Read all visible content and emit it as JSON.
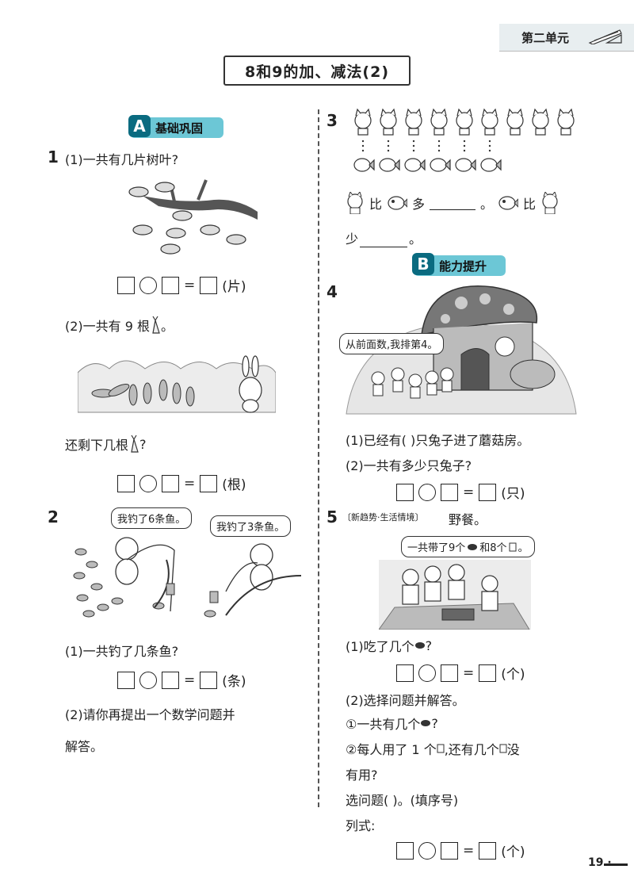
{
  "header": {
    "unit": "第二单元"
  },
  "title": "8和9的加、减法(2)",
  "sectionA": {
    "badge": "A",
    "label": "基础巩固"
  },
  "sectionB": {
    "badge": "B",
    "label": "能力提升"
  },
  "q1": {
    "num": "1",
    "part1": "(1)一共有几片树叶?",
    "part1_unit": "(片)",
    "part2": "(2)一共有 9 根",
    "part2_end": "。",
    "remain": "还剩下几根",
    "remain_end": "?",
    "part2_unit": "(根)"
  },
  "q2": {
    "num": "2",
    "bubble1": "我钓了6条鱼。",
    "bubble2": "我钓了3条鱼。",
    "part1": "(1)一共钓了几条鱼?",
    "part1_unit": "(条)",
    "part2_l1": "(2)请你再提出一个数学问题并",
    "part2_l2": "解答。"
  },
  "q3": {
    "num": "3",
    "cats": 9,
    "fish": 6,
    "line1_a": "比",
    "line1_b": "多",
    "line1_end": "。",
    "line1_c": "比",
    "line2_a": "少",
    "line2_end": "。"
  },
  "q4": {
    "num": "4",
    "bubble": "从前面数,我排第4。",
    "part1": "(1)已经有(      )只兔子进了蘑菇房。",
    "part2": "(2)一共有多少只兔子?",
    "unit": "(只)"
  },
  "q5": {
    "num": "5",
    "tag": "〔新趋势·生活情境〕",
    "title": "野餐。",
    "bubble_a": "一共带了9个",
    "bubble_b": "和8个",
    "bubble_c": "。",
    "part1": "(1)吃了几个",
    "part1_end": "?",
    "part1_unit": "(个)",
    "part2": "(2)选择问题并解答。",
    "opt1": "①一共有几个",
    "opt1_end": "?",
    "opt2_a": "②每人用了 1 个",
    "opt2_b": ",还有几个",
    "opt2_c": "没",
    "opt2_l2": "有用?",
    "choose": "选问题(       )。(填序号)",
    "formula": "列式:",
    "final_unit": "(个)"
  },
  "footer": {
    "page": "19 ·"
  },
  "eq_sign": "="
}
